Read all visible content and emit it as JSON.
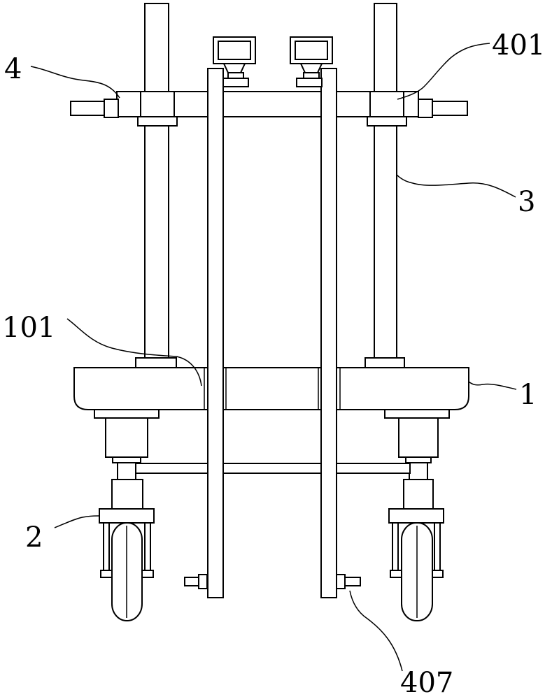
{
  "labels": {
    "l4": "4",
    "l401": "401",
    "l3": "3",
    "l101": "101",
    "l1": "1",
    "l2": "2",
    "l407": "407"
  }
}
